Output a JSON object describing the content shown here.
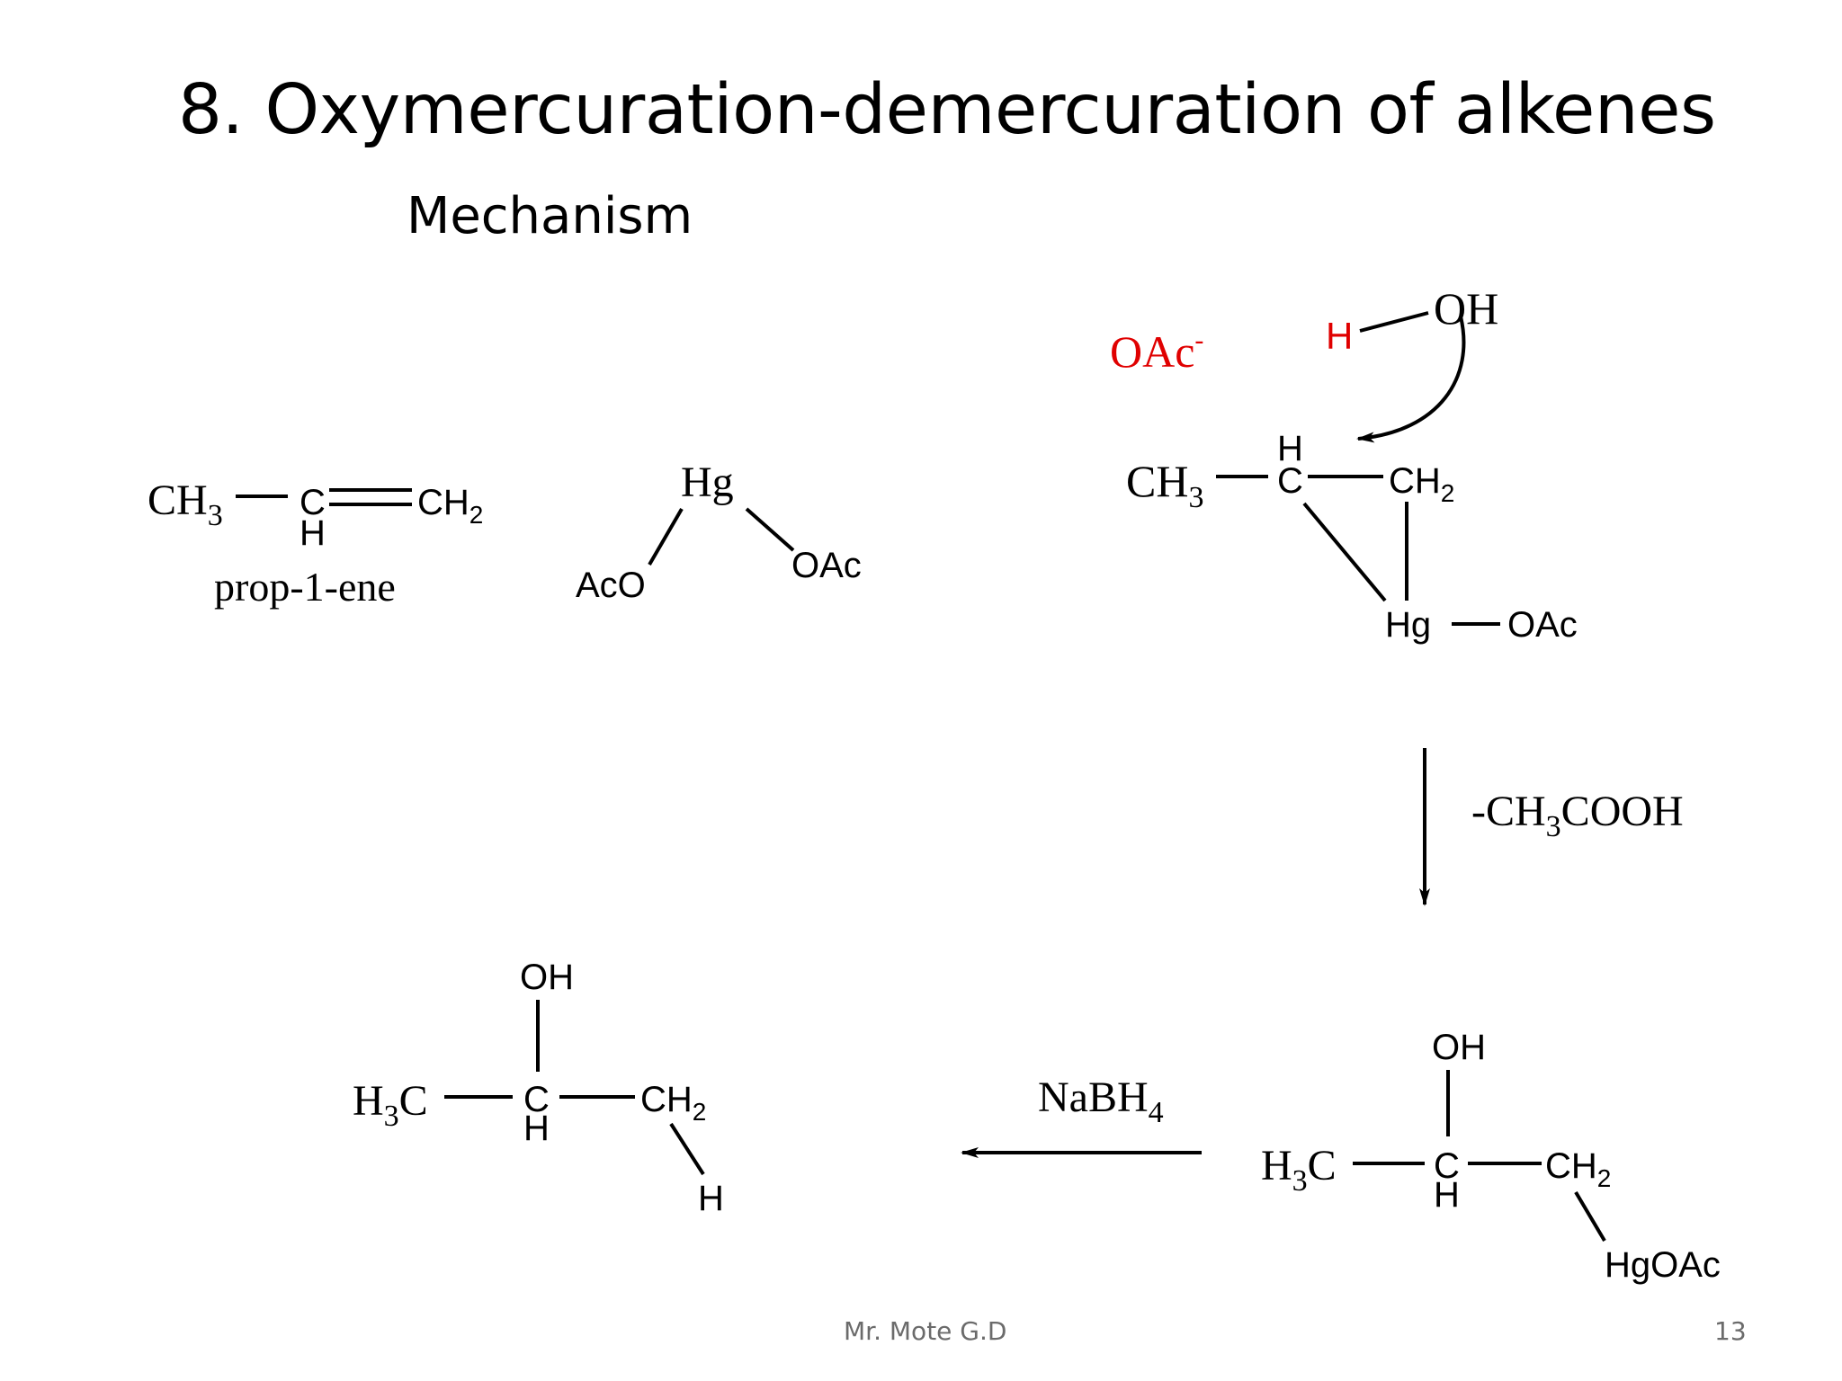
{
  "slide": {
    "title": "8. Oxymercuration-demercuration of alkenes",
    "subtitle": "Mechanism",
    "author": "Mr. Mote G.D",
    "page_number": "13"
  },
  "propene": {
    "ch3": "CH",
    "ch3_sub": "3",
    "c": "C",
    "h": "H",
    "ch2": "CH",
    "ch2_sub": "2",
    "name": "prop-1-ene"
  },
  "mercuric_acetate": {
    "hg": "Hg",
    "aco": "AcO",
    "oac": "OAc"
  },
  "mercurinium": {
    "oac_minus": "OAc",
    "oac_minus_charge": "-",
    "h": "H",
    "oh": "OH",
    "ch3": "CH",
    "ch3_sub": "3",
    "h_top": "H",
    "c": "C",
    "ch2": "CH",
    "ch2_sub": "2",
    "hg": "Hg",
    "oac": "OAc"
  },
  "step1": {
    "reagent": "-CH",
    "reagent_sub": "3",
    "reagent_tail": "COOH"
  },
  "organomercury": {
    "oh": "OH",
    "h3c": "H",
    "h3c_sub": "3",
    "h3c_tail": "C",
    "c": "C",
    "h": "H",
    "ch2": "CH",
    "ch2_sub": "2",
    "hgoac": "HgOAc"
  },
  "step2": {
    "reagent": "NaBH",
    "reagent_sub": "4"
  },
  "product": {
    "oh": "OH",
    "h3c": "H",
    "h3c_sub": "3",
    "h3c_tail": "C",
    "c": "C",
    "h": "H",
    "ch2": "CH",
    "ch2_sub": "2",
    "h_end": "H"
  },
  "colors": {
    "text": "#000000",
    "highlight": "#e00000",
    "footer": "#6b6b6b"
  }
}
